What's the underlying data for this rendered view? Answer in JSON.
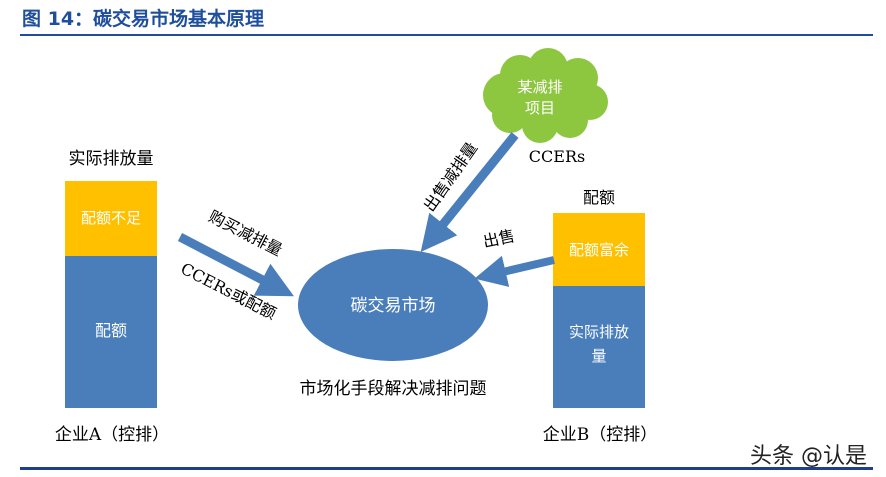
{
  "title": "图 14：碳交易市场基本原理",
  "watermark": "头条 @认是",
  "colors": {
    "blue": "#4a7ebb",
    "orange": "#ffc000",
    "green": "#8dc63f",
    "title": "#1f4e9c"
  },
  "company_a": {
    "top_label": "实际排放量",
    "shortfall": "配额不足",
    "quota": "配额",
    "name": "企业A（控排）",
    "arrow_label_1": "购买减排量",
    "arrow_label_2": "CCERs或配额"
  },
  "company_b": {
    "top_label": "配额",
    "surplus": "配额富余",
    "actual_1": "实际排放",
    "actual_2": "量",
    "name": "企业B（控排）",
    "arrow_label": "出售"
  },
  "project": {
    "line1": "某减排",
    "line2": "项目",
    "arrow_label": "出售减排量",
    "ccers": "CCERs"
  },
  "market": {
    "label": "碳交易市场",
    "caption": "市场化手段解决减排问题"
  }
}
